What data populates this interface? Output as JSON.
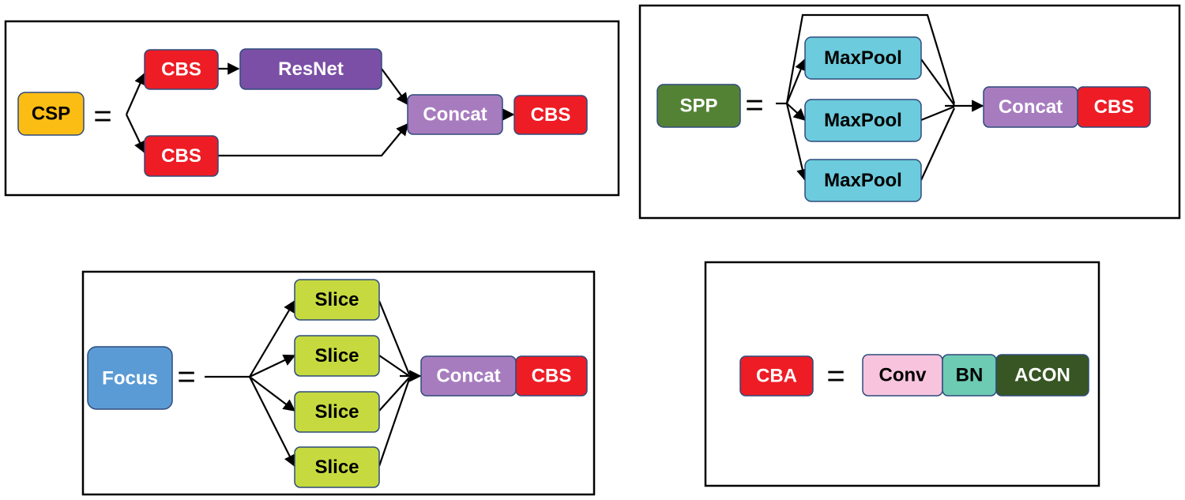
{
  "colors": {
    "cbs": "#ee1c25",
    "resnet": "#7b4fa6",
    "concat": "#a77cbf",
    "csp": "#fbbd14",
    "spp": "#548235",
    "maxpool": "#6ccbdc",
    "focus": "#5b9bd5",
    "slice": "#c6da3f",
    "conv": "#f8c4dd",
    "bn": "#6ccbb2",
    "acon": "#375623",
    "border": "#2f4b7c"
  },
  "csp": {
    "name": "CSP",
    "eq": "=",
    "cbs_top": "CBS",
    "resnet": "ResNet",
    "cbs_bottom": "CBS",
    "concat": "Concat",
    "cbs_out": "CBS"
  },
  "spp": {
    "name": "SPP",
    "eq": "=",
    "maxpools": [
      "MaxPool",
      "MaxPool",
      "MaxPool"
    ],
    "concat": "Concat",
    "cbs_out": "CBS"
  },
  "focus": {
    "name": "Focus",
    "eq": "=",
    "slices": [
      "Slice",
      "Slice",
      "Slice",
      "Slice"
    ],
    "concat": "Concat",
    "cbs_out": "CBS"
  },
  "cba": {
    "name": "CBA",
    "eq": "=",
    "conv": "Conv",
    "bn": "BN",
    "acon": "ACON"
  }
}
